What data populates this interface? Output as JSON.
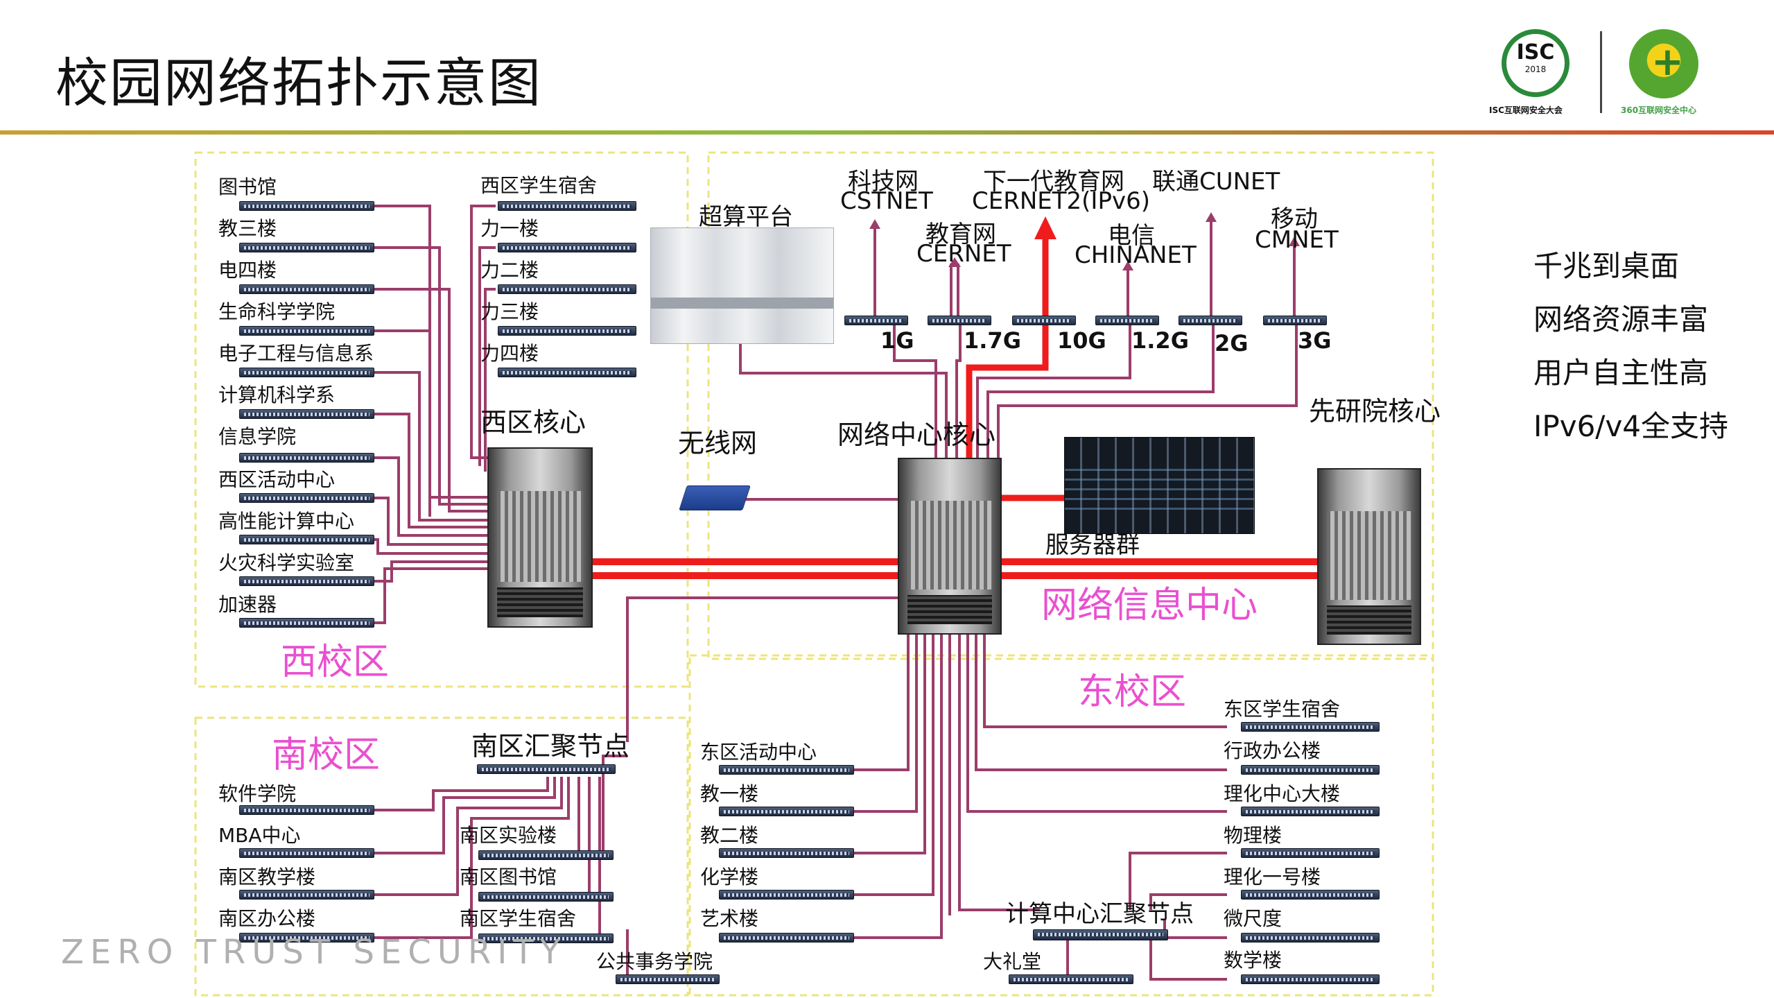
{
  "title": "校园网络拓扑示意图",
  "logos": {
    "isc_main": "ISC",
    "isc_year": "2018",
    "isc_caption": "ISC互联网安全大会",
    "s360_caption": "360互联网安全中心"
  },
  "zones": {
    "west": "西校区",
    "south": "南校区",
    "east": "东校区",
    "center": "网络信息中心"
  },
  "cores": {
    "west": "西区核心",
    "center": "网络中心核心",
    "advanced": "先研院核心",
    "south_agg": "南区汇聚节点",
    "compute_agg": "计算中心汇聚节点"
  },
  "facilities": {
    "supercomputer": "超算平台",
    "wireless": "无线网",
    "server_farm": "服务器群"
  },
  "west_left_buildings": [
    "图书馆",
    "教三楼",
    "电四楼",
    "生命科学学院",
    "电子工程与信息系",
    "计算机科学系",
    "信息学院",
    "西区活动中心",
    "高性能计算中心",
    "火灾科学实验室",
    "加速器"
  ],
  "west_right_buildings": [
    "西区学生宿舍",
    "力一楼",
    "力二楼",
    "力三楼",
    "力四楼"
  ],
  "south_left_buildings": [
    "软件学院",
    "MBA中心",
    "南区教学楼",
    "南区办公楼"
  ],
  "south_right_buildings": [
    "南区实验楼",
    "南区图书馆",
    "南区学生宿舍"
  ],
  "public_affairs": "公共事务学院",
  "east_mid_buildings": [
    "东区活动中心",
    "教一楼",
    "教二楼",
    "化学楼",
    "艺术楼"
  ],
  "east_right_buildings": [
    "东区学生宿舍",
    "行政办公楼",
    "理化中心大楼",
    "物理楼",
    "理化一号楼",
    "微尺度",
    "数学楼"
  ],
  "auditorium": "大礼堂",
  "isps": {
    "cstnet_1": "科技网",
    "cstnet_2": "CSTNET",
    "cernet_1": "教育网",
    "cernet_2": "CERNET",
    "cernet2_1": "下一代教育网",
    "cernet2_2": "CERNET2(IPv6)",
    "chinanet_1": "电信",
    "chinanet_2": "CHINANET",
    "cunet": "联通CUNET",
    "cmnet_1": "移动",
    "cmnet_2": "CMNET"
  },
  "speeds": [
    "1G",
    "1.7G",
    "10G",
    "1.2G",
    "2G",
    "3G"
  ],
  "features": [
    "千兆到桌面",
    "网络资源丰富",
    "用户自主性高",
    "IPv6/v4全支持"
  ],
  "watermark": "ZERO TRUST SECURITY",
  "colors": {
    "backbone": "#ee1c1c",
    "link": "#9c3d6a",
    "zone_label": "#ea4fd0",
    "zone_border": "#f0e68c"
  }
}
